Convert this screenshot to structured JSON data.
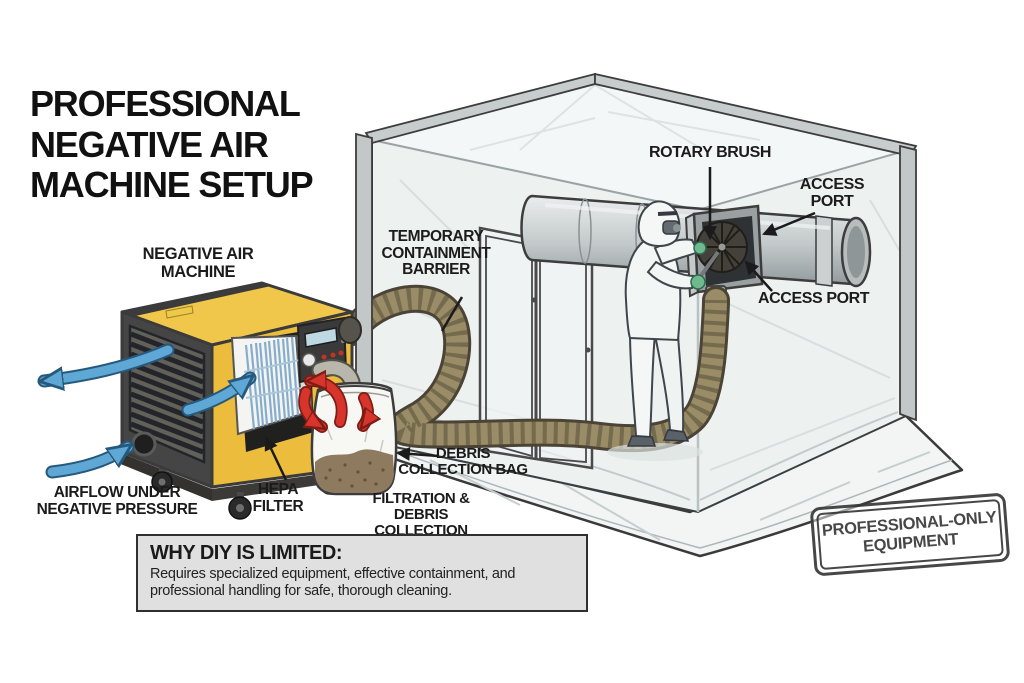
{
  "title": {
    "text": "PROFESSIONAL\nNEGATIVE AIR\nMACHINE SETUP"
  },
  "labels": {
    "negative_air_machine": "NEGATIVE AIR\nMACHINE",
    "temporary_containment_barrier": "TEMPORARY\nCONTAINMENT\nBARRIER",
    "rotary_brush": "ROTARY BRUSH",
    "access_port_top": "ACCESS\nPORT",
    "access_port_bottom": "ACCESS PORT",
    "debris_collection_bag": "DEBRIS\nCOLLECTION BAG",
    "filtration_debris_collection": "FILTRATION &\nDEBRIS COLLECTION",
    "hepa_filter": "HEPA\nFILTER",
    "airflow_negative_pressure": "AIRFLOW UNDER\nNEGATIVE PRESSURE"
  },
  "info_box": {
    "heading": "WHY DIY IS LIMITED:",
    "body": "Requires specialized equipment, effective containment, and\nprofessional handling for safe, thorough cleaning."
  },
  "stamp": {
    "text": "PROFESSIONAL-ONLY\nEQUIPMENT"
  },
  "icons": {
    "airflow_arrows": "blue-curved-arrow",
    "debris_flow_arrows": "red-curved-arrow"
  },
  "colors": {
    "machine_yellow": "#ECBC3C",
    "machine_dark": "#3B3B3B",
    "arrow_blue": "#5FA8D6",
    "arrow_red": "#D7352B",
    "hose_olive": "#998C66",
    "plastic_sheet": "#EDF1F0",
    "stamp_ink": "#3A3A3A",
    "info_box_bg": "#E0E0E0",
    "label_text": "#1B1B1B"
  }
}
